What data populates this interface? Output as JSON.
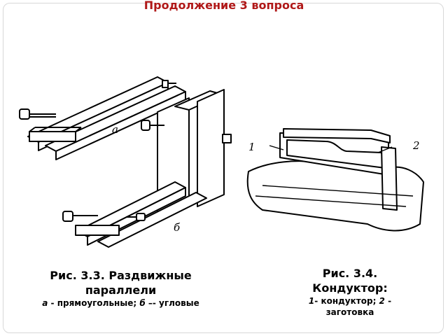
{
  "slide": {
    "title": "Продолжение 3 вопроса"
  },
  "figure_left": {
    "label_a": "а",
    "label_b": "б",
    "caption_main": "Рис. 3.3. Раздвижные параллели",
    "caption_sub_a_key": "а",
    "caption_sub_a_text": " - прямоугольные; ",
    "caption_sub_b_key": "б",
    "caption_sub_b_text": " –- угловые"
  },
  "figure_right": {
    "label_1": "1",
    "label_2": "2",
    "caption_main": "Рис. 3.4. Кондуктор:",
    "caption_sub_1_key": "1",
    "caption_sub_1_text": "- кондуктор; ",
    "caption_sub_2_key": "2",
    "caption_sub_2_text": " - заготовка"
  }
}
